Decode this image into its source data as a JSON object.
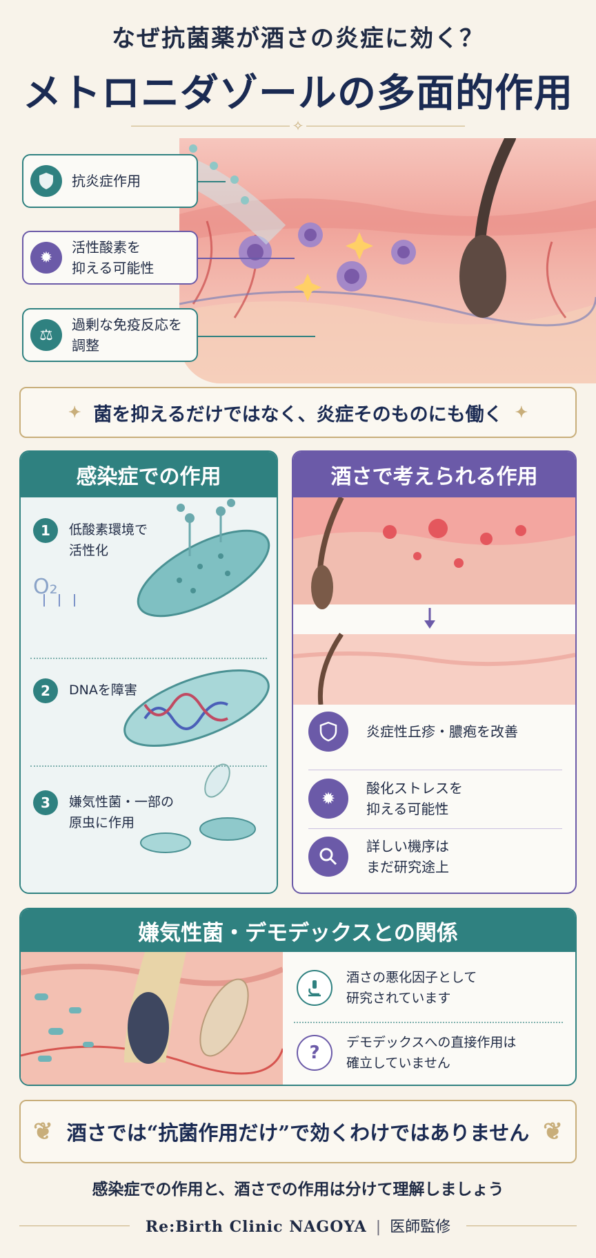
{
  "header": {
    "subtitle": "なぜ抗菌薬が酒さの炎症に効く？",
    "title": "メトロニダゾールの多面的作用"
  },
  "hero": {
    "callouts": [
      {
        "label": "抗炎症作用",
        "icon": "shield-icon"
      },
      {
        "label_line1": "活性酸素を",
        "label_line2": "抑える可能性",
        "icon": "sparkle-icon"
      },
      {
        "label_line1": "過剰な免疫反応を",
        "label_line2": "調整",
        "icon": "scale-icon"
      }
    ]
  },
  "banner": {
    "text": "菌を抑えるだけではなく、炎症そのものにも働く"
  },
  "left_panel": {
    "title": "感染症での作用",
    "o2_label": "O₂",
    "steps": [
      {
        "num": "1",
        "line1": "低酸素環境で",
        "line2": "活性化"
      },
      {
        "num": "2",
        "line1": "DNAを障害",
        "line2": ""
      },
      {
        "num": "3",
        "line1": "嫌気性菌・一部の",
        "line2": "原虫に作用"
      }
    ]
  },
  "right_panel": {
    "title": "酒さで考えられる作用",
    "items": [
      {
        "line1": "炎症性丘疹・膿疱を改善",
        "line2": "",
        "icon": "shield-icon"
      },
      {
        "line1": "酸化ストレスを",
        "line2": "抑える可能性",
        "icon": "sparkle-icon"
      },
      {
        "line1": "詳しい機序は",
        "line2": "まだ研究途上",
        "icon": "magnifier-icon"
      }
    ]
  },
  "section3": {
    "title": "嫌気性菌・デモデックスとの関係",
    "items": [
      {
        "line1": "酒さの悪化因子として",
        "line2": "研究されています",
        "icon": "microscope-icon"
      },
      {
        "line1": "デモデックスへの直接作用は",
        "line2": "確立していません",
        "icon": "question-icon"
      }
    ]
  },
  "bottom": {
    "banner": "酒さでは“抗菌作用だけ”で効くわけではありません",
    "note": "感染症での作用と、酒さでの作用は分けて理解しましょう"
  },
  "footer": {
    "clinic": "Re:Birth Clinic NAGOYA",
    "sep": "|",
    "supervision": "医師監修"
  },
  "colors": {
    "teal": "#2f8180",
    "purple": "#6b5aa8",
    "gold": "#c8ae7a",
    "navy": "#1a2a52"
  }
}
